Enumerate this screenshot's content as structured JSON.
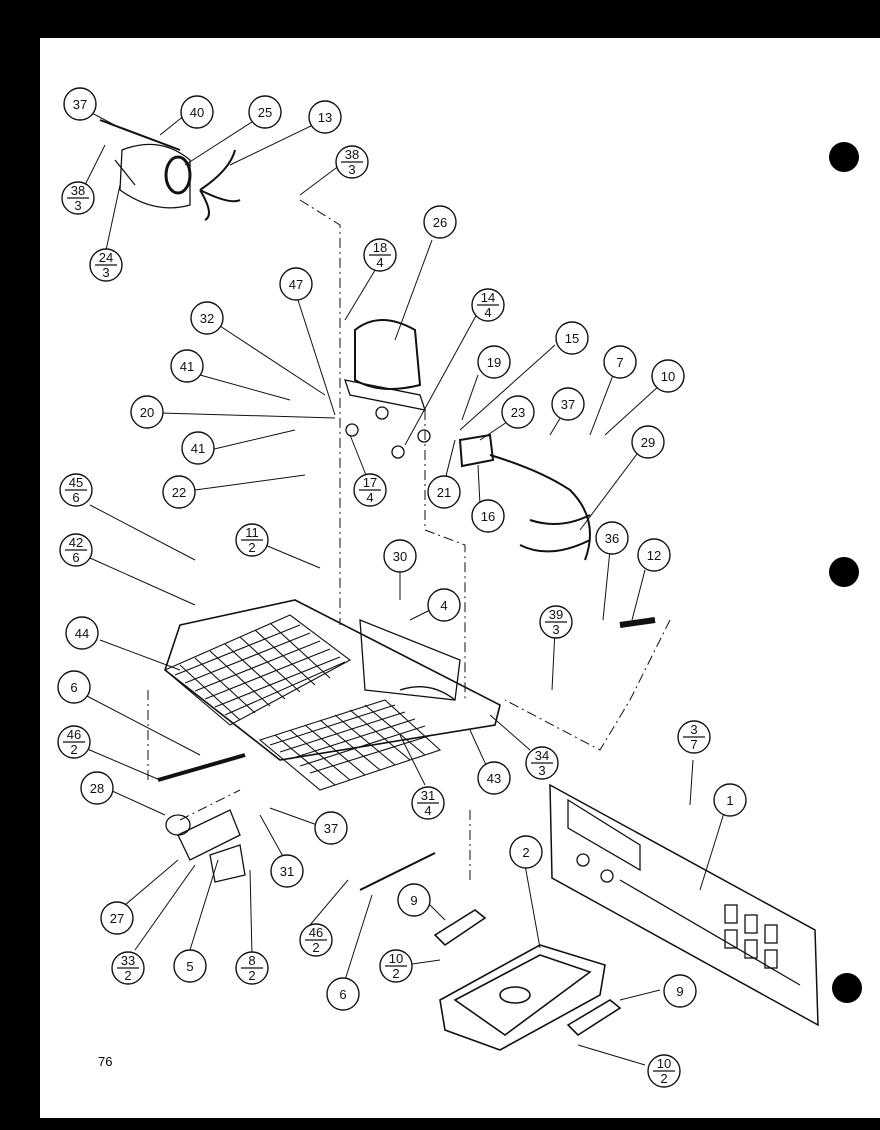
{
  "page_number": "76",
  "callouts": [
    {
      "id": "c37a",
      "num": "37"
    },
    {
      "id": "c40",
      "num": "40"
    },
    {
      "id": "c25",
      "num": "25"
    },
    {
      "id": "c13",
      "num": "13"
    },
    {
      "id": "c38a",
      "num": "38",
      "den": "3"
    },
    {
      "id": "c38b",
      "num": "38",
      "den": "3"
    },
    {
      "id": "c24",
      "num": "24",
      "den": "3"
    },
    {
      "id": "c26",
      "num": "26"
    },
    {
      "id": "c18",
      "num": "18",
      "den": "4"
    },
    {
      "id": "c47",
      "num": "47"
    },
    {
      "id": "c14",
      "num": "14",
      "den": "4"
    },
    {
      "id": "c32",
      "num": "32"
    },
    {
      "id": "c15",
      "num": "15"
    },
    {
      "id": "c7",
      "num": "7"
    },
    {
      "id": "c10a",
      "num": "10"
    },
    {
      "id": "c41a",
      "num": "41"
    },
    {
      "id": "c19",
      "num": "19"
    },
    {
      "id": "c20",
      "num": "20"
    },
    {
      "id": "c23",
      "num": "23"
    },
    {
      "id": "c37b",
      "num": "37"
    },
    {
      "id": "c29",
      "num": "29"
    },
    {
      "id": "c41b",
      "num": "41"
    },
    {
      "id": "c17",
      "num": "17",
      "den": "4"
    },
    {
      "id": "c21",
      "num": "21"
    },
    {
      "id": "c22",
      "num": "22"
    },
    {
      "id": "c16",
      "num": "16"
    },
    {
      "id": "c45",
      "num": "45",
      "den": "6"
    },
    {
      "id": "c11",
      "num": "11",
      "den": "2"
    },
    {
      "id": "c42",
      "num": "42",
      "den": "6"
    },
    {
      "id": "c30",
      "num": "30"
    },
    {
      "id": "c36",
      "num": "36"
    },
    {
      "id": "c12",
      "num": "12"
    },
    {
      "id": "c4",
      "num": "4"
    },
    {
      "id": "c39",
      "num": "39",
      "den": "3"
    },
    {
      "id": "c44",
      "num": "44"
    },
    {
      "id": "c6a",
      "num": "6"
    },
    {
      "id": "c46a",
      "num": "46",
      "den": "2"
    },
    {
      "id": "c34",
      "num": "34",
      "den": "3"
    },
    {
      "id": "c3",
      "num": "3",
      "den": "7"
    },
    {
      "id": "c43",
      "num": "43"
    },
    {
      "id": "c1",
      "num": "1"
    },
    {
      "id": "c31a",
      "num": "31",
      "den": "4"
    },
    {
      "id": "c28",
      "num": "28"
    },
    {
      "id": "c37c",
      "num": "37"
    },
    {
      "id": "c2",
      "num": "2"
    },
    {
      "id": "c31b",
      "num": "31"
    },
    {
      "id": "c27",
      "num": "27"
    },
    {
      "id": "c9a",
      "num": "9"
    },
    {
      "id": "c46b",
      "num": "46",
      "den": "2"
    },
    {
      "id": "c33",
      "num": "33",
      "den": "2"
    },
    {
      "id": "c5",
      "num": "5"
    },
    {
      "id": "c8",
      "num": "8",
      "den": "2"
    },
    {
      "id": "c10b",
      "num": "10",
      "den": "2"
    },
    {
      "id": "c6b",
      "num": "6"
    },
    {
      "id": "c9b",
      "num": "9"
    },
    {
      "id": "c10c",
      "num": "10",
      "den": "2"
    }
  ]
}
